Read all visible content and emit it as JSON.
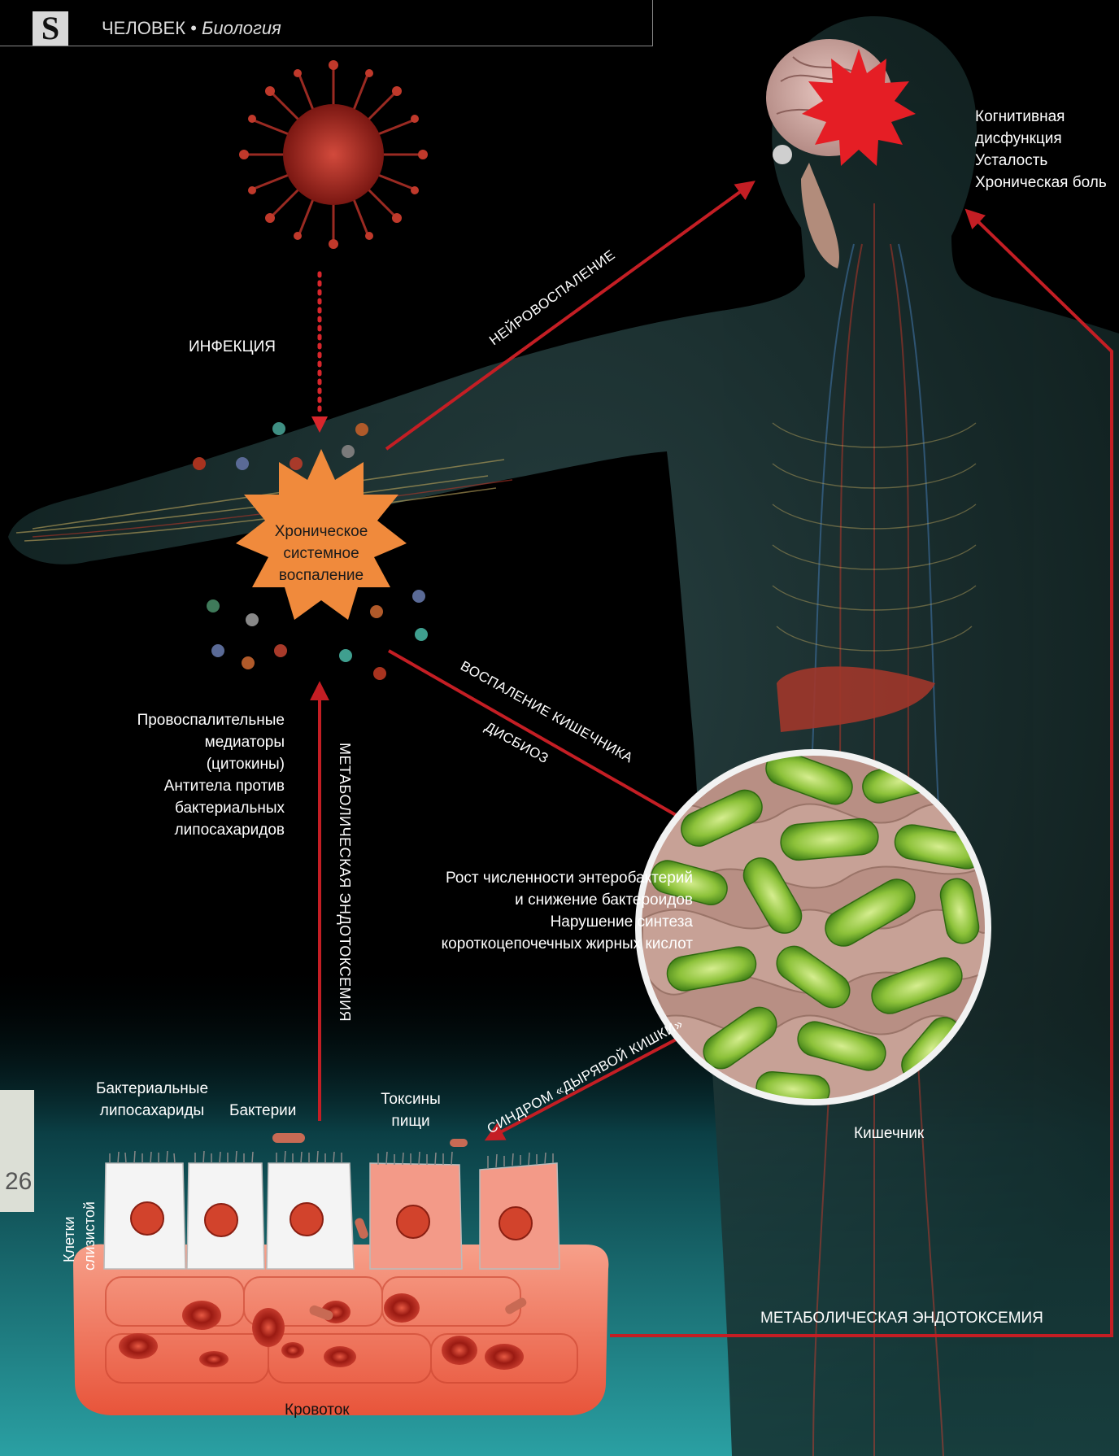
{
  "header": {
    "logo_letter": "S",
    "section": "ЧЕЛОВЕК",
    "bullet": "•",
    "subsection": "Биология"
  },
  "page_number": "26",
  "center_node": {
    "line1": "Хроническое",
    "line2": "системное",
    "line3": "воспаление"
  },
  "labels": {
    "infection": "ИНФЕКЦИЯ",
    "neuroinflammation": "НЕЙРОВОСПАЛЕНИЕ",
    "gut_inflammation": "ВОСПАЛЕНИЕ КИШЕЧНИКА",
    "dysbiosis": "ДИСБИОЗ",
    "metabolic_vertical": "МЕТАБОЛИЧЕСКАЯ ЭНДОТОКСЕМИЯ",
    "metabolic_bottom": "МЕТАБОЛИЧЕСКАЯ ЭНДОТОКСЕМИЯ",
    "leaky_gut": "СИНДРОМ «ДЫРЯВОЙ КИШКИ»",
    "intestine": "Кишечник",
    "bloodstream": "Кровоток",
    "mucosa_line1": "Клетки",
    "mucosa_line2": "слизистой",
    "bacterial_lps_line1": "Бактериальные",
    "bacterial_lps_line2": "липосахариды",
    "bacteria": "Бактерии",
    "food_toxins_line1": "Токсины",
    "food_toxins_line2": "пищи"
  },
  "brain_symptoms": [
    "Когнитивная",
    "дисфункция",
    "Усталость",
    "Хроническая боль"
  ],
  "mediators": [
    "Провоспалительные",
    "медиаторы",
    "(цитокины)",
    "Антитела против",
    "бактериальных",
    "липосахаридов"
  ],
  "gut_effects": [
    "Рост численности энтеробактерий",
    "и снижение бактероидов",
    "Нарушение синтеза",
    "короткоцепочечных жирных кислот"
  ],
  "colors": {
    "arrow_red": "#c41e24",
    "star_orange": "#f08a3c",
    "brain_star": "#e51e25",
    "bacteria_green": "#6cae2a",
    "teal_floor": "#1f8f94"
  }
}
